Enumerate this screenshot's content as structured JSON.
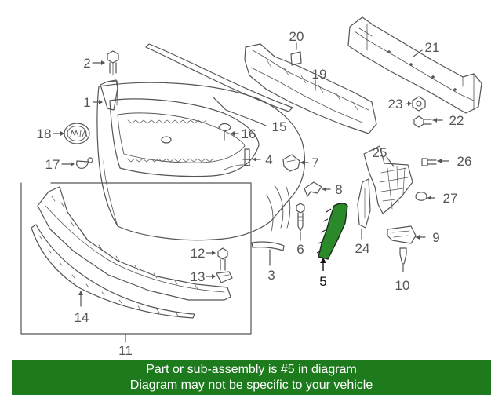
{
  "colors": {
    "line": "#555555",
    "label": "#555555",
    "highlight_fill": "#2a8a2a",
    "highlight_label": "#111111",
    "banner_bg": "#1d7a1d",
    "banner_text": "#ffffff"
  },
  "diagram": {
    "highlighted_part": "5",
    "callouts": [
      "1",
      "2",
      "3",
      "4",
      "5",
      "6",
      "7",
      "8",
      "9",
      "10",
      "11",
      "12",
      "13",
      "14",
      "15",
      "16",
      "17",
      "18",
      "19",
      "20",
      "21",
      "22",
      "23",
      "24",
      "25",
      "26",
      "27"
    ]
  },
  "banner": {
    "line1": "Part or sub-assembly is #5 in diagram",
    "line2": "Diagram may not be specific to your vehicle"
  }
}
